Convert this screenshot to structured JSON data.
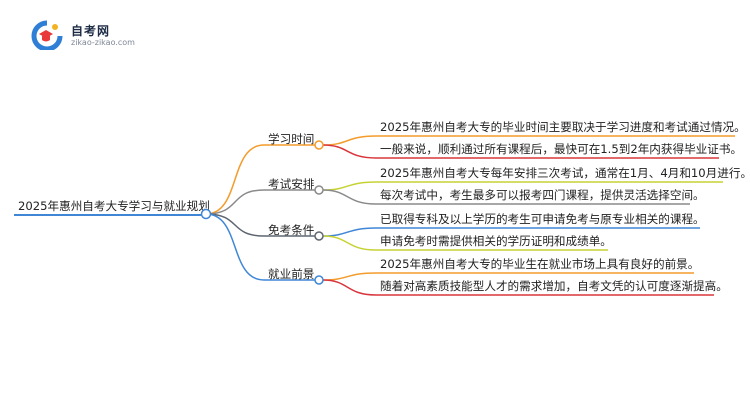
{
  "logo": {
    "name": "自考网",
    "url": "zikao-zikao.com"
  },
  "root": {
    "label": "2025年惠州自考大专学习与就业规划"
  },
  "branches": [
    {
      "label": "学习时间",
      "color": "#f39c2b",
      "items": [
        {
          "text": "2025年惠州自考大专的毕业时间主要取决于学习进度和考试通过情况。",
          "color": "#f39c2b"
        },
        {
          "text": "一般来说，顺利通过所有课程后，最快可在1.5到2年内获得毕业证书。",
          "color": "#d8363c"
        }
      ]
    },
    {
      "label": "考试安排",
      "color": "#8a8a8a",
      "items": [
        {
          "text": "2025年惠州自考大专每年安排三次考试，通常在1月、4月和10月进行。",
          "color": "#c6d233"
        },
        {
          "text": "每次考试中，考生最多可以报考四门课程，提供灵活选择空间。",
          "color": "#8a8a8a"
        }
      ]
    },
    {
      "label": "免考条件",
      "color": "#5f6670",
      "items": [
        {
          "text": "已取得专科及以上学历的考生可申请免考与原专业相关的课程。",
          "color": "#3f86d6"
        },
        {
          "text": "申请免考时需提供相关的学历证明和成绩单。",
          "color": "#c6d233"
        }
      ]
    },
    {
      "label": "就业前景",
      "color": "#3f86d6",
      "items": [
        {
          "text": "2025年惠州自考大专的毕业生在就业市场上具有良好的前景。",
          "color": "#f39c2b"
        },
        {
          "text": "随着对高素质技能型人才的需求增加，自考文凭的认可度逐渐提高。",
          "color": "#d8363c"
        }
      ]
    }
  ]
}
